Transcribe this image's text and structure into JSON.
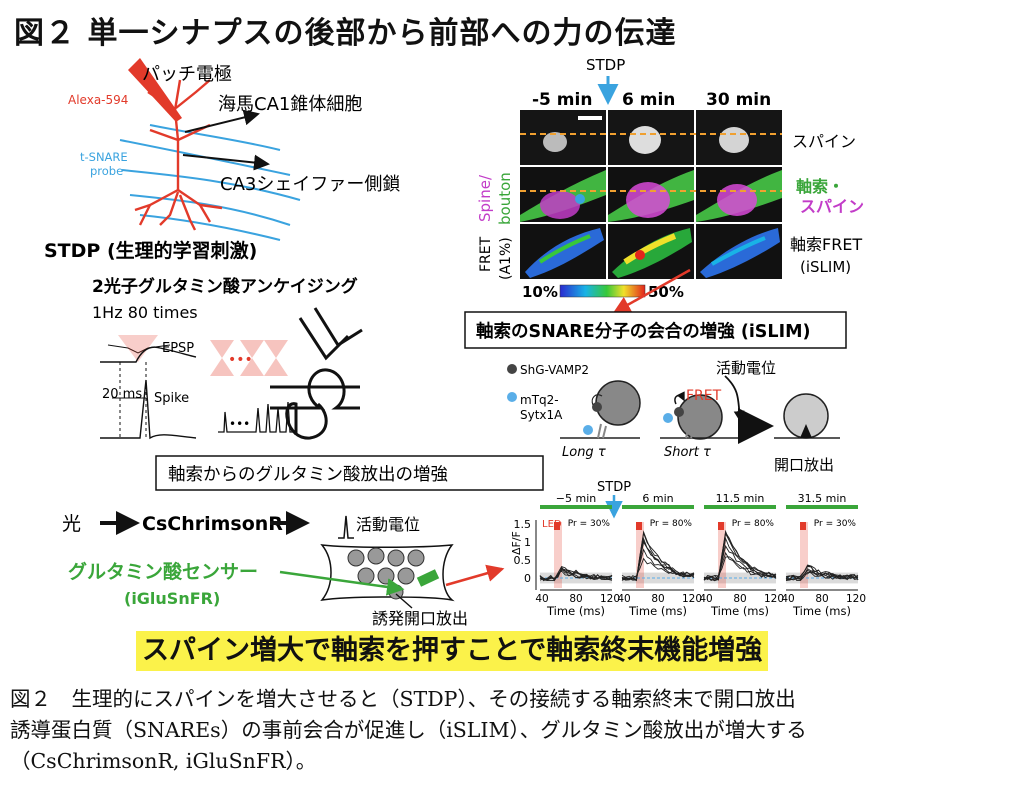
{
  "title": "図２ 単一シナプスの後部から前部への力の伝達",
  "prep": {
    "patch_electrode": "パッチ電極",
    "alexa": "Alexa-594",
    "ca1": "海馬CA1錐体細胞",
    "tsnare_line1": "t-SNARE",
    "tsnare_line2": "probe",
    "ca3": "CA3シェイファー側鎖"
  },
  "stdp": {
    "heading": "STDP (生理的学習刺激)",
    "uncaging": "2光子グルタミン酸アンケイジング",
    "freq": "1Hz 80 times",
    "epsp": "EPSP",
    "spike": "Spike",
    "ms20": "20 ms",
    "dots": "•••"
  },
  "imaging": {
    "stdp": "STDP",
    "times": [
      "-5 min",
      "6  min",
      "30 min"
    ],
    "spine": "スパイン",
    "axon_label": "軸索・",
    "spine_label2": "スパイン",
    "ylabel_spine": "Spine/",
    "ylabel_bouton": "bouton",
    "fret_label_1": "FRET",
    "fret_label_2": "(A1%)",
    "axon_fret_1": "軸索FRET",
    "axon_fret_2": "(iSLIM)",
    "scale_min": "10%",
    "scale_max": "50%"
  },
  "snare": {
    "box": "軸索のSNARE分子の会合の増強 (iSLIM)",
    "action_potential": "活動電位",
    "vamp": "ShG-VAMP2",
    "sytx_1": "mTq2-",
    "sytx_2": "Sytx1A",
    "fret": "FRET",
    "long_tau": "Long τ",
    "short_tau": "Short τ",
    "exocytosis": "開口放出"
  },
  "glutamate": {
    "box": "軸索からのグルタミン酸放出の増強",
    "light": "光",
    "cschrimson": "CsChrimsonR",
    "action_potential": "活動電位",
    "sensor": "グルタミン酸センサー",
    "iglusnfr": "(iGluSnFR)",
    "evoked": "誘発開口放出"
  },
  "traces": {
    "stdp": "STDP",
    "ylabel": "ΔF/F",
    "xlabel": "Time (ms)",
    "led": "LED",
    "yticks": [
      "1.5",
      "1",
      "0.5",
      "0"
    ],
    "xticks": [
      "40",
      "80",
      "120"
    ],
    "panels": [
      {
        "time": "−5 min",
        "pr": "Pr = 30%",
        "peak": 0.25
      },
      {
        "time": "6 min",
        "pr": "Pr = 80%",
        "peak": 1.05
      },
      {
        "time": "11.5 min",
        "pr": "Pr = 80%",
        "peak": 1.15
      },
      {
        "time": "31.5 min",
        "pr": "Pr = 30%",
        "peak": 0.3
      }
    ]
  },
  "banner": "スパイン増大で軸索を押すことで軸索終末機能増強",
  "caption": [
    "図２　生理的にスパインを増大させると（STDP）、その接続する軸索終末で開口放出",
    "誘導蛋白質（SNAREs）の事前会合が促進し（iSLIM）、グルタミン酸放出が増大する",
    "（CsChrimsonR, iGluSnFR）。"
  ],
  "colors": {
    "red": "#e23a2a",
    "cyan": "#3aa3df",
    "green": "#3aa63a",
    "magenta": "#c23cc8",
    "highlight": "#fbf24a"
  }
}
